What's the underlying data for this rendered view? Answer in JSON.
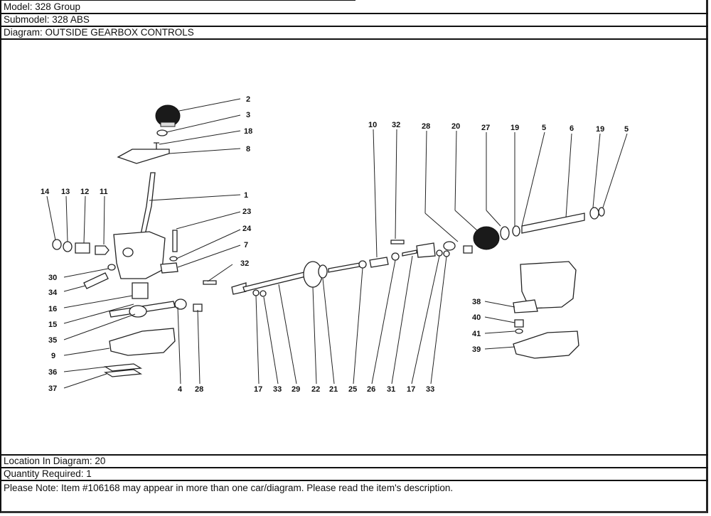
{
  "header": {
    "model": "Model: 328 Group",
    "submodel": "Submodel: 328 ABS",
    "diagram": "Diagram: OUTSIDE GEARBOX CONTROLS"
  },
  "diagram": {
    "title": "OUTSIDE GEARBOX CONTROLS",
    "callouts": {
      "c2": "2",
      "c3": "3",
      "c18": "18",
      "c8": "8",
      "c1": "1",
      "c23": "23",
      "c24": "24",
      "c7": "7",
      "c32a": "32",
      "c14": "14",
      "c13": "13",
      "c12": "12",
      "c11": "11",
      "c30": "30",
      "c34": "34",
      "c16": "16",
      "c15": "15",
      "c35": "35",
      "c9": "9",
      "c36": "36",
      "c37": "37",
      "c4": "4",
      "c28a": "28",
      "c10": "10",
      "c32b": "32",
      "c28b": "28",
      "c20": "20",
      "c27": "27",
      "c19a": "19",
      "c5a": "5",
      "c6": "6",
      "c19b": "19",
      "c5b": "5",
      "c17a": "17",
      "c33a": "33",
      "c29": "29",
      "c22": "22",
      "c21": "21",
      "c25": "25",
      "c26": "26",
      "c31": "31",
      "c17b": "17",
      "c33b": "33",
      "c38": "38",
      "c40": "40",
      "c41": "41",
      "c39": "39"
    }
  },
  "footer": {
    "location": "Location In Diagram: 20",
    "quantity": "Quantity Required: 1",
    "note": "Please Note: Item #106168 may appear in more than one car/diagram. Please read the item's description."
  }
}
